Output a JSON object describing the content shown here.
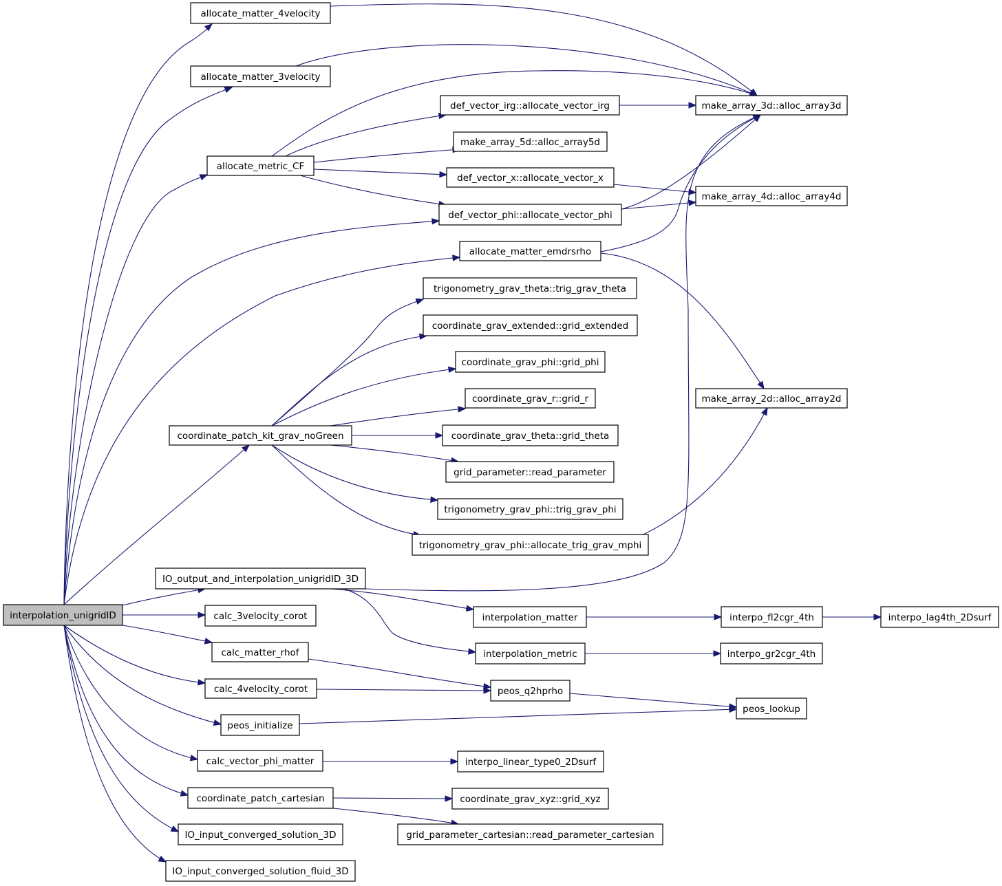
{
  "graph": {
    "colors": {
      "edge": "#191970",
      "node_border": "#000000",
      "node_fill": "#ffffff",
      "root_fill": "#bfbfbf"
    },
    "nodes": [
      {
        "id": "root",
        "label": "interpolation_unigridID",
        "root": true
      },
      {
        "id": "am4v",
        "label": "allocate_matter_4velocity"
      },
      {
        "id": "am3v",
        "label": "allocate_matter_3velocity"
      },
      {
        "id": "amcf",
        "label": "allocate_metric_CF"
      },
      {
        "id": "dvirg",
        "label": "def_vector_irg::allocate_vector_irg"
      },
      {
        "id": "ma3d",
        "label": "make_array_3d::alloc_array3d"
      },
      {
        "id": "ma5d",
        "label": "make_array_5d::alloc_array5d"
      },
      {
        "id": "dvx",
        "label": "def_vector_x::allocate_vector_x"
      },
      {
        "id": "ma4d",
        "label": "make_array_4d::alloc_array4d"
      },
      {
        "id": "dvphi",
        "label": "def_vector_phi::allocate_vector_phi"
      },
      {
        "id": "amemd",
        "label": "allocate_matter_emdrsrho"
      },
      {
        "id": "tgt",
        "label": "trigonometry_grav_theta::trig_grav_theta"
      },
      {
        "id": "cge",
        "label": "coordinate_grav_extended::grid_extended"
      },
      {
        "id": "cgphi",
        "label": "coordinate_grav_phi::grid_phi"
      },
      {
        "id": "ma2d",
        "label": "make_array_2d::alloc_array2d"
      },
      {
        "id": "cgr",
        "label": "coordinate_grav_r::grid_r"
      },
      {
        "id": "cpk",
        "label": "coordinate_patch_kit_grav_noGreen"
      },
      {
        "id": "cgth",
        "label": "coordinate_grav_theta::grid_theta"
      },
      {
        "id": "gprp",
        "label": "grid_parameter::read_parameter"
      },
      {
        "id": "tgp",
        "label": "trigonometry_grav_phi::trig_grav_phi"
      },
      {
        "id": "tgam",
        "label": "trigonometry_grav_phi::allocate_trig_grav_mphi"
      },
      {
        "id": "ioout",
        "label": "IO_output_and_interpolation_unigridID_3D"
      },
      {
        "id": "c3v",
        "label": "calc_3velocity_corot"
      },
      {
        "id": "imat",
        "label": "interpolation_matter"
      },
      {
        "id": "ifl",
        "label": "interpo_fl2cgr_4th"
      },
      {
        "id": "ilag",
        "label": "interpo_lag4th_2Dsurf"
      },
      {
        "id": "cmr",
        "label": "calc_matter_rhof"
      },
      {
        "id": "imet",
        "label": "interpolation_metric"
      },
      {
        "id": "igr",
        "label": "interpo_gr2cgr_4th"
      },
      {
        "id": "c4v",
        "label": "calc_4velocity_corot"
      },
      {
        "id": "pq2",
        "label": "peos_q2hprho"
      },
      {
        "id": "plk",
        "label": "peos_lookup"
      },
      {
        "id": "pini",
        "label": "peos_initialize"
      },
      {
        "id": "cvpm",
        "label": "calc_vector_phi_matter"
      },
      {
        "id": "ilt",
        "label": "interpo_linear_type0_2Dsurf"
      },
      {
        "id": "cpc",
        "label": "coordinate_patch_cartesian"
      },
      {
        "id": "cgxyz",
        "label": "coordinate_grav_xyz::grid_xyz"
      },
      {
        "id": "ioin",
        "label": "IO_input_converged_solution_3D"
      },
      {
        "id": "gpc",
        "label": "grid_parameter_cartesian::read_parameter_cartesian"
      },
      {
        "id": "ioinf",
        "label": "IO_input_converged_solution_fluid_3D"
      }
    ],
    "edges": [
      [
        "root",
        "am4v"
      ],
      [
        "root",
        "am3v"
      ],
      [
        "root",
        "amcf"
      ],
      [
        "root",
        "dvphi"
      ],
      [
        "root",
        "amemd"
      ],
      [
        "root",
        "cpk"
      ],
      [
        "root",
        "ioout"
      ],
      [
        "root",
        "c3v"
      ],
      [
        "root",
        "cmr"
      ],
      [
        "root",
        "c4v"
      ],
      [
        "root",
        "pini"
      ],
      [
        "root",
        "cvpm"
      ],
      [
        "root",
        "cpc"
      ],
      [
        "root",
        "ioin"
      ],
      [
        "root",
        "ioinf"
      ],
      [
        "am4v",
        "ma3d"
      ],
      [
        "am3v",
        "ma3d"
      ],
      [
        "amcf",
        "ma3d"
      ],
      [
        "amcf",
        "dvirg"
      ],
      [
        "amcf",
        "ma5d"
      ],
      [
        "amcf",
        "dvx"
      ],
      [
        "amcf",
        "dvphi"
      ],
      [
        "dvirg",
        "ma3d"
      ],
      [
        "dvx",
        "ma4d"
      ],
      [
        "dvphi",
        "ma3d"
      ],
      [
        "dvphi",
        "ma4d"
      ],
      [
        "amemd",
        "ma3d"
      ],
      [
        "amemd",
        "ma2d"
      ],
      [
        "cpk",
        "tgt"
      ],
      [
        "cpk",
        "cge"
      ],
      [
        "cpk",
        "cgphi"
      ],
      [
        "cpk",
        "cgr"
      ],
      [
        "cpk",
        "cgth"
      ],
      [
        "cpk",
        "gprp"
      ],
      [
        "cpk",
        "tgp"
      ],
      [
        "cpk",
        "tgam"
      ],
      [
        "tgam",
        "ma2d"
      ],
      [
        "ioout",
        "ma3d"
      ],
      [
        "ioout",
        "imat"
      ],
      [
        "ioout",
        "imet"
      ],
      [
        "imat",
        "ifl"
      ],
      [
        "ifl",
        "ilag"
      ],
      [
        "imet",
        "igr"
      ],
      [
        "cmr",
        "pq2"
      ],
      [
        "c4v",
        "pq2"
      ],
      [
        "pq2",
        "plk"
      ],
      [
        "pini",
        "plk"
      ],
      [
        "cvpm",
        "ilt"
      ],
      [
        "cpc",
        "cgxyz"
      ],
      [
        "cpc",
        "gpc"
      ]
    ]
  }
}
